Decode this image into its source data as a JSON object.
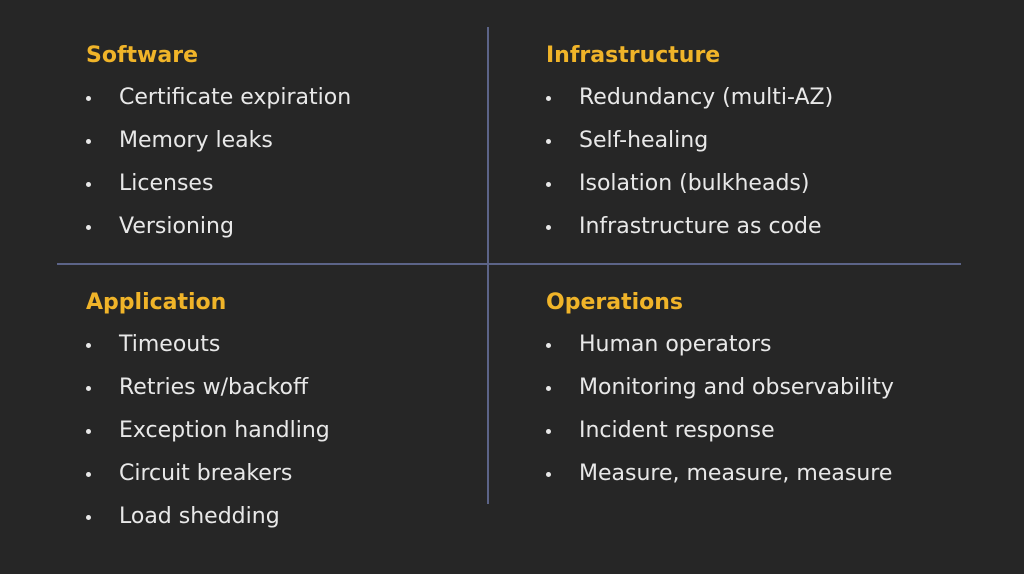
{
  "quadrants": {
    "software": {
      "title": "Software",
      "items": [
        "Certificate expiration",
        "Memory leaks",
        "Licenses",
        "Versioning"
      ]
    },
    "infrastructure": {
      "title": "Infrastructure",
      "items": [
        "Redundancy (multi-AZ)",
        "Self-healing",
        "Isolation (bulkheads)",
        "Infrastructure as code"
      ]
    },
    "application": {
      "title": "Application",
      "items": [
        "Timeouts",
        "Retries w/backoff",
        "Exception handling",
        "Circuit breakers",
        "Load shedding"
      ]
    },
    "operations": {
      "title": "Operations",
      "items": [
        "Human operators",
        "Monitoring and observability",
        "Incident response",
        "Measure, measure, measure"
      ]
    }
  },
  "colors": {
    "background": "#262626",
    "heading": "#f0b429",
    "text": "#e8e8e8",
    "divider": "#5c6488"
  }
}
